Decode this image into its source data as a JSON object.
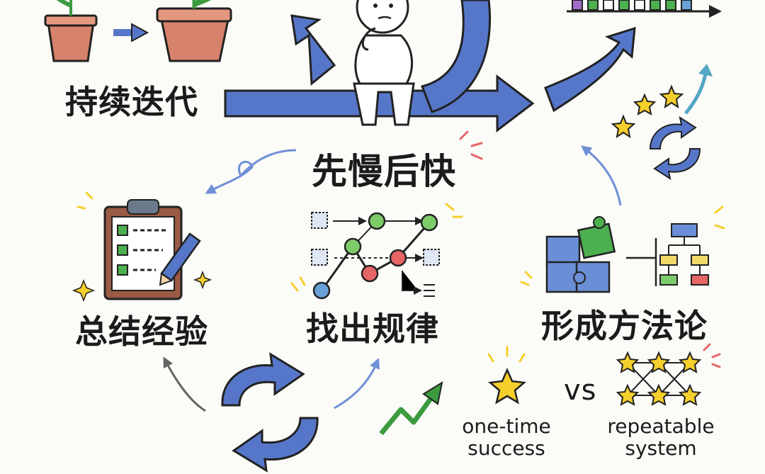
{
  "labels": {
    "iterate": "持续迭代",
    "slow_then_fast": "先慢后快",
    "summarize": "总结经验",
    "find_patterns": "找出规律",
    "methodology": "形成方法论",
    "vs": "vs",
    "one_time_line1": "one-time",
    "one_time_line2": "success",
    "repeatable_line1": "repeatable",
    "repeatable_line2": "system"
  },
  "colors": {
    "arrow_blue": "#5677c9",
    "outline": "#222222",
    "pot": "#d7826a",
    "leaf_green": "#4caf50",
    "node_green": "#7ecb6a",
    "node_red": "#e66565",
    "node_blue": "#6aa0d8",
    "star": "#f5cf2c",
    "clipboard": "#9a5a44",
    "flow_yellow": "#f3d86a"
  },
  "icons": [
    "plant-pot-icon",
    "thinking-person-icon",
    "bar-chart-icon",
    "clipboard-checklist-icon",
    "pencil-icon",
    "pattern-graph-icon",
    "puzzle-icon",
    "flowchart-icon",
    "cycle-arrows-icon",
    "stars-icon",
    "growth-arrow-icon",
    "single-star-icon",
    "star-network-icon"
  ]
}
